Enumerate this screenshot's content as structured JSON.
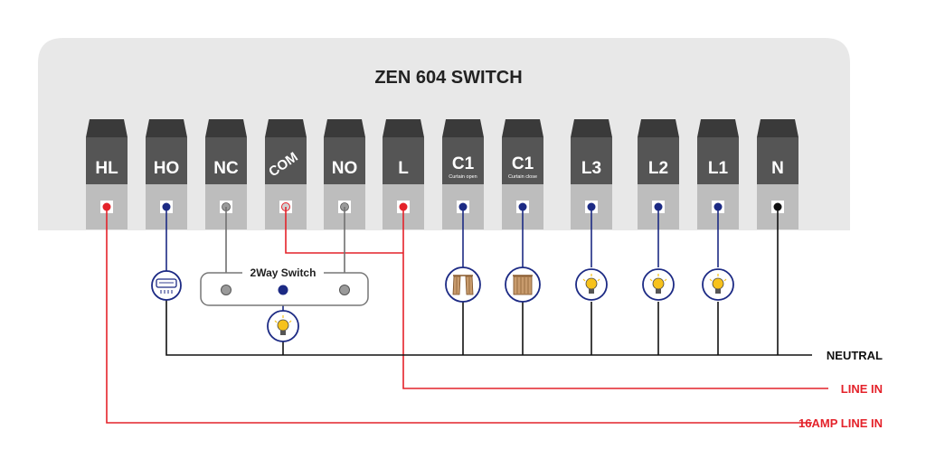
{
  "title": "ZEN 604 SWITCH",
  "terminals": [
    {
      "id": "HL",
      "label": "HL",
      "sub": "",
      "dot": "#e4222a"
    },
    {
      "id": "HO",
      "label": "HO",
      "sub": "",
      "dot": "#1c2a84"
    },
    {
      "id": "NC",
      "label": "NC",
      "sub": "",
      "dot": "#9a9a9a"
    },
    {
      "id": "COM",
      "label": "COM",
      "sub": "",
      "dot": "#d0d0d0"
    },
    {
      "id": "NO",
      "label": "NO",
      "sub": "",
      "dot": "#9a9a9a"
    },
    {
      "id": "L",
      "label": "L",
      "sub": "",
      "dot": "#e4222a"
    },
    {
      "id": "C1open",
      "label": "C1",
      "sub": "Curtain open",
      "dot": "#1c2a84"
    },
    {
      "id": "C1close",
      "label": "C1",
      "sub": "Curtain close",
      "dot": "#1c2a84"
    },
    {
      "id": "L3",
      "label": "L3",
      "sub": "",
      "dot": "#1c2a84"
    },
    {
      "id": "L2",
      "label": "L2",
      "sub": "",
      "dot": "#1c2a84"
    },
    {
      "id": "L1",
      "label": "L1",
      "sub": "",
      "dot": "#1c2a84"
    },
    {
      "id": "N",
      "label": "N",
      "sub": "",
      "dot": "#111111"
    }
  ],
  "two_way_switch_label": "2Way Switch",
  "bus": {
    "neutral": {
      "label": "NEUTRAL",
      "color": "#111111"
    },
    "line_in": {
      "label": "LINE IN",
      "color": "#e4222a"
    },
    "line_16amp": {
      "label": "16AMP LINE IN",
      "color": "#e4222a"
    }
  },
  "devices": [
    {
      "terminal": "HO",
      "icon": "air-conditioner-icon"
    },
    {
      "terminal": "C1open",
      "icon": "curtain-open-icon"
    },
    {
      "terminal": "C1close",
      "icon": "curtain-close-icon"
    },
    {
      "terminal": "L3",
      "icon": "bulb-icon"
    },
    {
      "terminal": "L2",
      "icon": "bulb-icon"
    },
    {
      "terminal": "L1",
      "icon": "bulb-icon"
    },
    {
      "terminal": "2way",
      "icon": "bulb-icon"
    }
  ],
  "colors": {
    "panel": "#e8e8e8",
    "terminal_body": "#555555",
    "terminal_base": "#bdbdbd",
    "blue_wire": "#1c2a84",
    "red_wire": "#e4222a",
    "black_wire": "#111111",
    "gray_wire": "#707070"
  }
}
